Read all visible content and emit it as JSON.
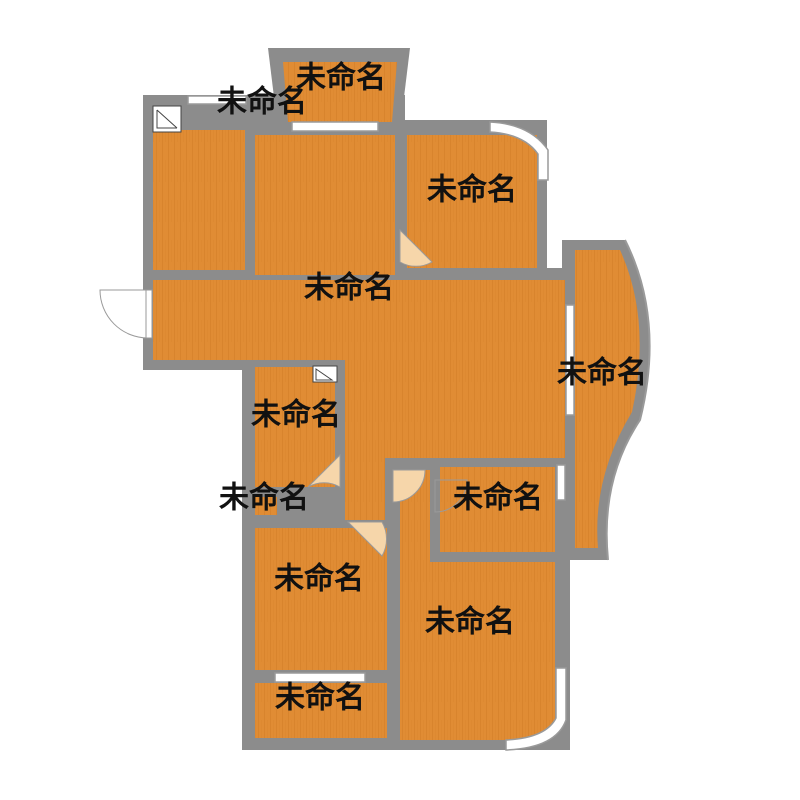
{
  "colors": {
    "floor": "#e08c34",
    "floor_grain": "#c9761f",
    "wall": "#8c8c8c",
    "window_frame": "#9a9a9a",
    "window_glass": "#ffffff",
    "door_swing": "#f6d6aa",
    "label": "#111111"
  },
  "rooms": [
    {
      "id": "balcony-top",
      "label": "未命名"
    },
    {
      "id": "room-top-left",
      "label": "未命名"
    },
    {
      "id": "bedroom-top-right",
      "label": "未命名"
    },
    {
      "id": "living-room",
      "label": "未命名"
    },
    {
      "id": "balcony-east",
      "label": "未命名"
    },
    {
      "id": "kitchen",
      "label": "未命名"
    },
    {
      "id": "bathroom-small",
      "label": "未命名"
    },
    {
      "id": "bathroom-right",
      "label": "未命名"
    },
    {
      "id": "bedroom-lower-left",
      "label": "未命名"
    },
    {
      "id": "bedroom-master",
      "label": "未命名"
    },
    {
      "id": "balcony-bottom",
      "label": "未命名"
    }
  ]
}
